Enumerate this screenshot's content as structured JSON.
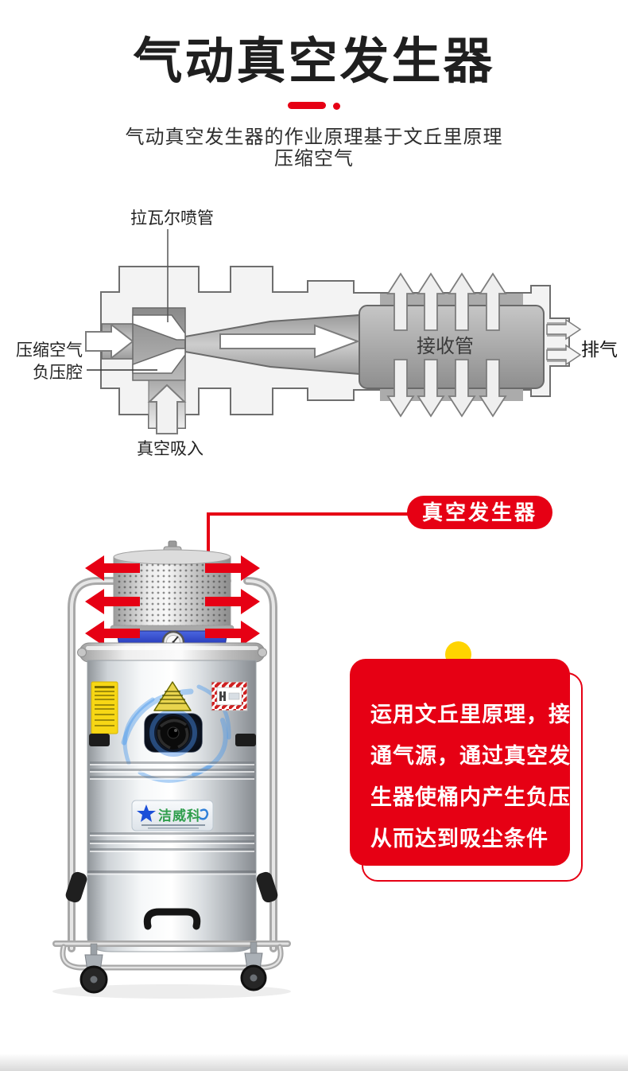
{
  "header": {
    "title": "气动真空发生器",
    "subtitle1": "气动真空发生器的作业原理基于文丘里原理",
    "subtitle2": "压缩空气"
  },
  "diagram": {
    "labels": {
      "nozzle": "拉瓦尔喷管",
      "compressed_air": "压缩空气",
      "negative_chamber": "负压腔",
      "vacuum_in": "真空吸入",
      "receiver": "接收管",
      "exhaust": "排气"
    }
  },
  "product": {
    "callout": "真空发生器",
    "brand": "洁威科"
  },
  "bubble": {
    "lines": [
      "运用文丘里原理，接",
      "通气源，通过真空发",
      "生器使桶内产生负压",
      "从而达到吸尘条件"
    ]
  },
  "colors": {
    "accent_red": "#e60014",
    "pin_yellow": "#ffd400",
    "ring_blue": "#2b3fc0",
    "title_black": "#1f1f1f"
  }
}
